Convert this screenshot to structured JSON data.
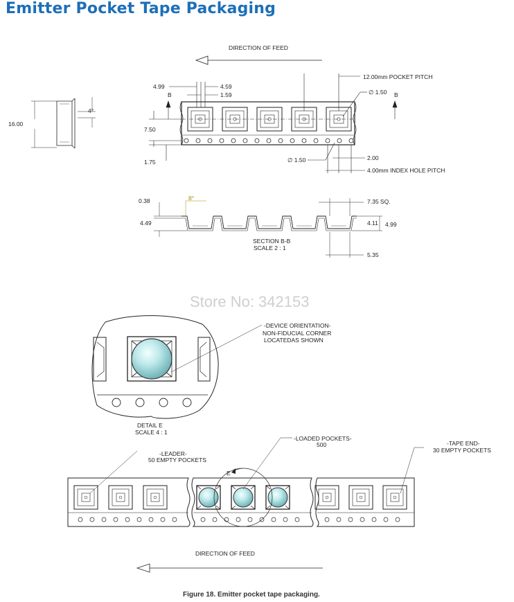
{
  "title": "Emitter Pocket Tape Packaging",
  "watermark": "Store No: 342153",
  "caption": "Figure 18.  Emitter pocket tape packaging.",
  "top_view": {
    "feed_label": "DIRECTION OF FEED",
    "dims": {
      "d499": "4.99",
      "d459": "4.59",
      "d159": "1.59",
      "pitch": "12.00mm POCKET PITCH",
      "dia_top": "∅ 1.50",
      "sec_b1": "B",
      "sec_b2": "B",
      "d750": "7.50",
      "d175": "1.75",
      "dia_bottom": "∅ 1.50",
      "d200": "2.00",
      "index": "4.00mm  INDEX HOLE PITCH"
    }
  },
  "side_view": {
    "width": "16.00",
    "angle": "4°"
  },
  "section": {
    "d038": "0.38",
    "d449": "4.49",
    "angle": "8°",
    "sq": "7.35 SQ.",
    "d411": "4.11",
    "d499": "4.99",
    "d535": "5.35",
    "name": "SECTION B-B",
    "scale": "SCALE 2 : 1"
  },
  "detail": {
    "orient1": "-DEVICE ORIENTATION-",
    "orient2": "NON-FIDUCIAL CORNER",
    "orient3": "LOCATEDAS SHOWN",
    "name": "DETAIL E",
    "scale": "SCALE 4 : 1"
  },
  "strip": {
    "leader1": "-LEADER-",
    "leader2": "50 EMPTY POCKETS",
    "loaded1": "-LOADED POCKETS-",
    "loaded2": "500",
    "end1": "-TAPE END-",
    "end2": "30 EMPTY POCKETS",
    "detail_mark": "E",
    "feed_label": "DIRECTION OF FEED"
  }
}
